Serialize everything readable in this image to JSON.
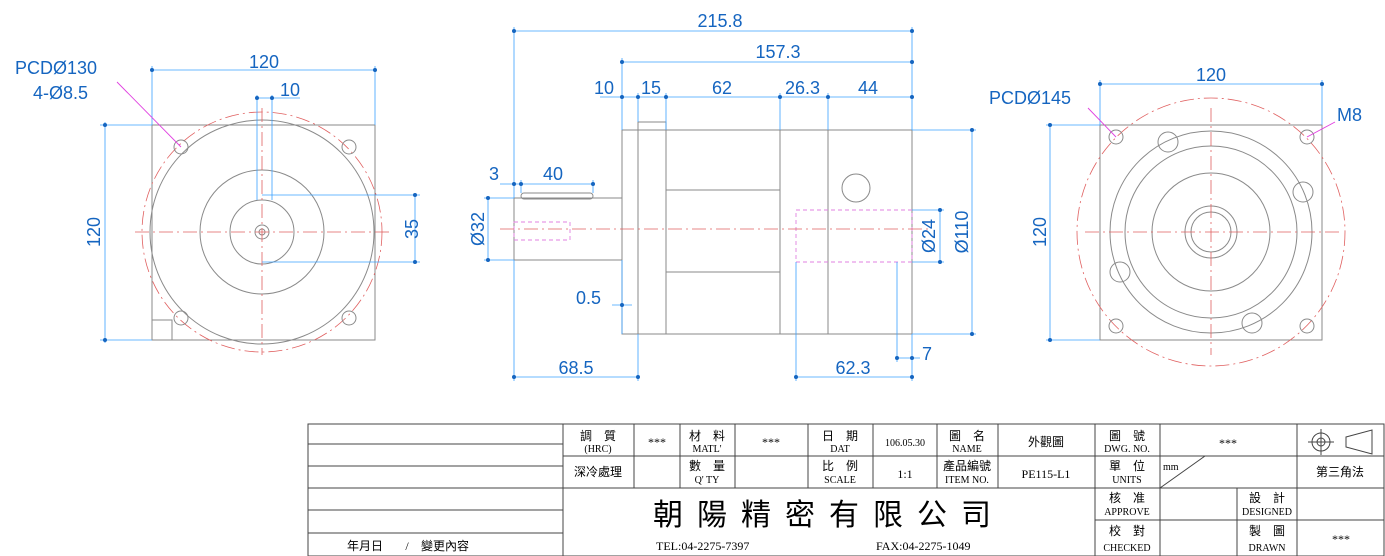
{
  "dimensions": {
    "left_view": {
      "width": "120",
      "pcd": "PCDØ130",
      "holes": "4-Ø8.5",
      "key_offset": "10",
      "height": "120",
      "pilot_height": "35"
    },
    "side_view": {
      "overall_length": "215.8",
      "body_length": "157.3",
      "seg_10": "10",
      "seg_15": "15",
      "seg_62": "62",
      "seg_26_3": "26.3",
      "seg_44": "44",
      "seg_3": "3",
      "seg_40": "40",
      "shaft_dia": "Ø32",
      "gap": "0.5",
      "shaft_len": "68.5",
      "bore_depth": "62.3",
      "offset_7": "7",
      "bore_dia": "Ø24",
      "flange_dia": "Ø110"
    },
    "right_view": {
      "width": "120",
      "pcd": "PCDØ145",
      "thread": "M8",
      "height": "120"
    }
  },
  "title_block": {
    "hardness_label": "調　質",
    "hardness_sub": "(HRC)",
    "hardness_value": "***",
    "material_label": "材　料",
    "material_sub": "MATL'",
    "material_value": "***",
    "date_label": "日　期",
    "date_sub": "DAT",
    "date_value": "106.05.30",
    "name_label": "圖　名",
    "name_sub": "NAME",
    "name_value": "外觀圖",
    "dwg_label": "圖　號",
    "dwg_sub": "DWG. NO.",
    "dwg_value": "***",
    "treatment": "深冷處理",
    "qty_label": "數　量",
    "qty_sub": "Q' TY",
    "scale_label": "比　例",
    "scale_sub": "SCALE",
    "scale_value": "1:1",
    "item_label": "產品編號",
    "item_sub": "ITEM NO.",
    "item_value": "PE115-L1",
    "units_label": "單　位",
    "units_sub": "UNITS",
    "units_value": "mm",
    "projection": "第三角法",
    "company": "朝陽精密有限公司",
    "tel": "TEL:04-2275-7397",
    "fax": "FAX:04-2275-1049",
    "approve_label": "核　准",
    "approve_sub": "APPROVE",
    "checked_label": "校　對",
    "checked_sub": "CHECKED",
    "designed_label": "設　計",
    "designed_sub": "DESIGNED",
    "drawn_label": "製　圖",
    "drawn_sub": "DRAWN",
    "drawn_value": "***",
    "revision_date": "年月日",
    "revision_sep": "/",
    "revision_content": "變更內容"
  }
}
